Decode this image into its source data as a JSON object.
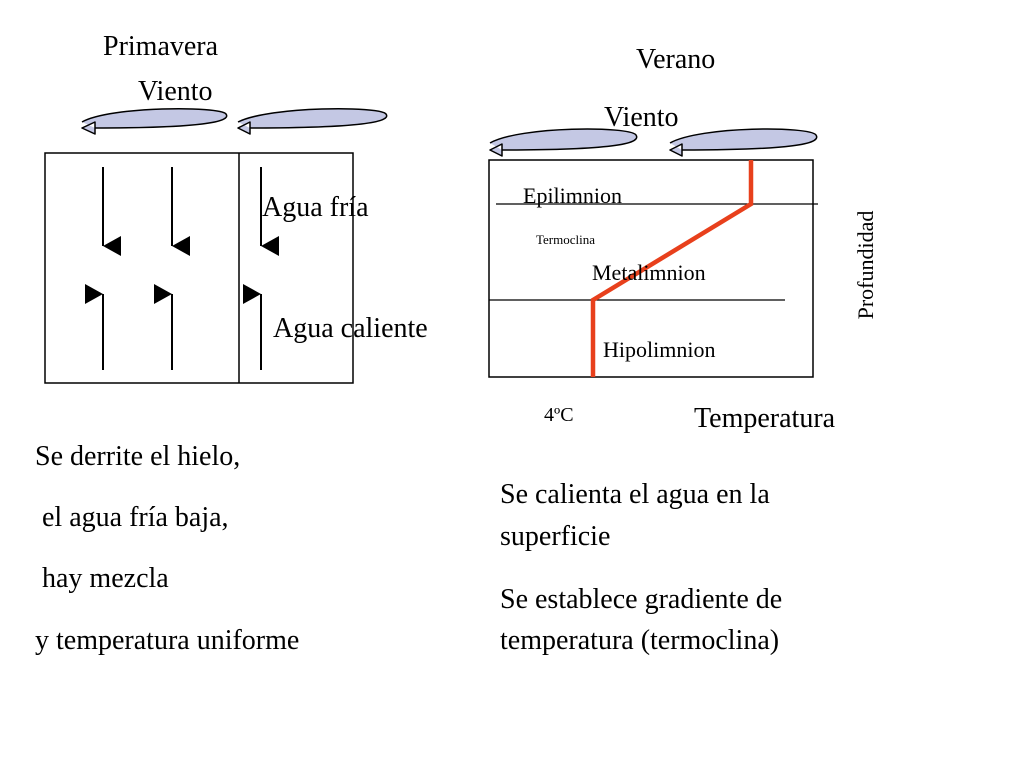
{
  "spring": {
    "season_title": "Primavera",
    "wind_label": "Viento",
    "cold_water_label": "Agua fría",
    "warm_water_label": "Agua caliente",
    "description": [
      "Se derrite el hielo,",
      " el agua fría baja,",
      " hay mezcla",
      "y temperatura uniforme"
    ]
  },
  "summer": {
    "season_title": "Verano",
    "wind_label": "Viento",
    "layers": {
      "epilimnion": "Epilimnion",
      "thermocline": "Termoclina",
      "metalimnion": "Metalimnion",
      "hypolimnion": "Hipolimnion"
    },
    "depth_axis_label": "Profundidad",
    "temperature_axis_label": "Temperatura",
    "temperature_tick": "4ºC",
    "description": [
      "Se calienta el agua en la",
      "superficie",
      "Se establece gradiente de",
      "temperatura (termoclina)"
    ]
  },
  "colors": {
    "temperature_profile": "#e8401c",
    "wind_arrow_fill": "#c4c8e4",
    "wind_arrow_stroke": "#000000"
  }
}
